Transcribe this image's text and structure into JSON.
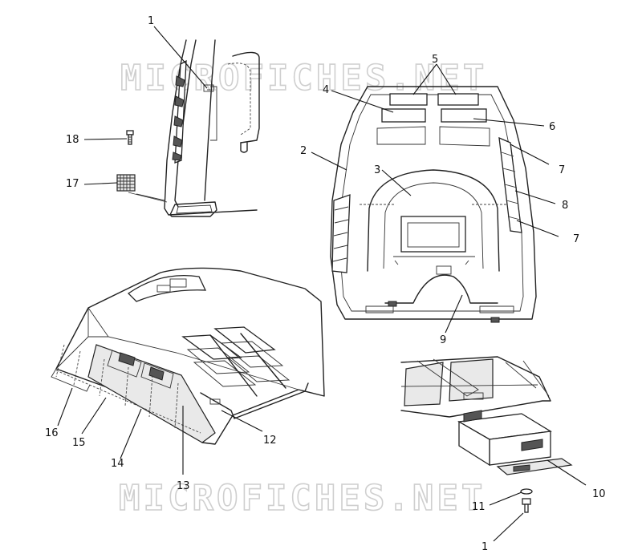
{
  "watermark": {
    "top": "MICROFICHES.NET",
    "bottom": "MICROFICHES.NET"
  },
  "callouts": [
    {
      "id": "c1a",
      "text": "1"
    },
    {
      "id": "c2",
      "text": "2"
    },
    {
      "id": "c3",
      "text": "3"
    },
    {
      "id": "c4",
      "text": "4"
    },
    {
      "id": "c5",
      "text": "5"
    },
    {
      "id": "c6",
      "text": "6"
    },
    {
      "id": "c7a",
      "text": "7"
    },
    {
      "id": "c8",
      "text": "8"
    },
    {
      "id": "c7b",
      "text": "7"
    },
    {
      "id": "c9",
      "text": "9"
    },
    {
      "id": "c10",
      "text": "10"
    },
    {
      "id": "c11",
      "text": "11"
    },
    {
      "id": "c1b",
      "text": "1"
    },
    {
      "id": "c12",
      "text": "12"
    },
    {
      "id": "c13",
      "text": "13"
    },
    {
      "id": "c14",
      "text": "14"
    },
    {
      "id": "c15",
      "text": "15"
    },
    {
      "id": "c16",
      "text": "16"
    },
    {
      "id": "c17",
      "text": "17"
    },
    {
      "id": "c18",
      "text": "18"
    }
  ]
}
